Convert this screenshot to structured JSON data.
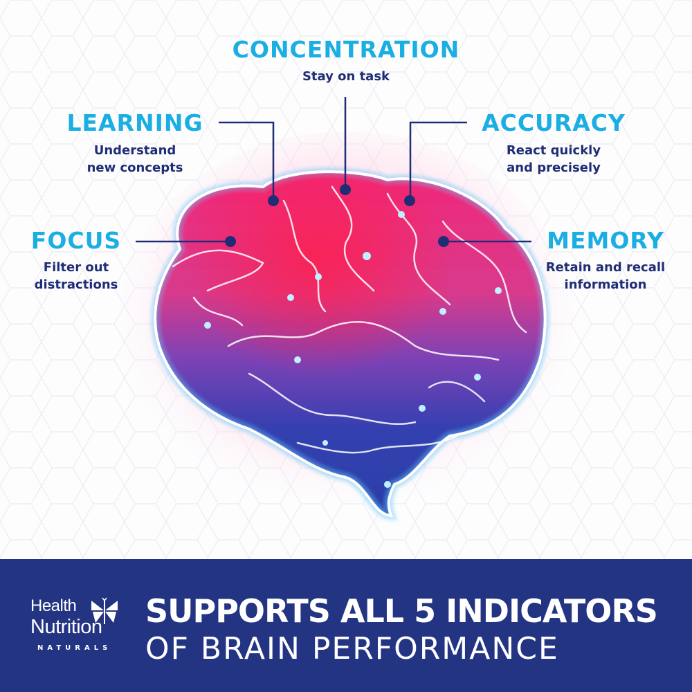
{
  "indicators": [
    {
      "id": "concentration",
      "title": "CONCENTRATION",
      "line1": "Stay on task",
      "line2": ""
    },
    {
      "id": "learning",
      "title": "LEARNING",
      "line1": "Understand",
      "line2": "new concepts"
    },
    {
      "id": "accuracy",
      "title": "ACCURACY",
      "line1": "React quickly",
      "line2": "and precisely"
    },
    {
      "id": "focus",
      "title": "FOCUS",
      "line1": "Filter out",
      "line2": "distractions"
    },
    {
      "id": "memory",
      "title": "MEMORY",
      "line1": "Retain and recall",
      "line2": "information"
    }
  ],
  "banner": {
    "headline": "SUPPORTS ALL 5 INDICATORS",
    "subline": "OF BRAIN PERFORMANCE"
  },
  "logo": {
    "line1": "Health",
    "line2": "Nutrition",
    "line3": "NATURALS",
    "icon": "butterfly-leaf-icon"
  },
  "colors": {
    "heading": "#1aaee3",
    "subtext": "#1f2d75",
    "banner": "#233483",
    "connector": "#1f2d75"
  }
}
